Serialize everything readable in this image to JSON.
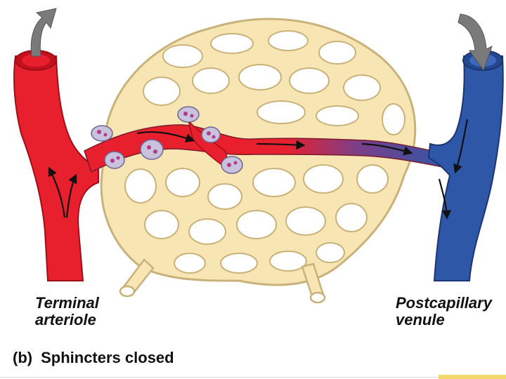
{
  "labels": {
    "left_line1": "Terminal",
    "left_line2": "arteriole",
    "right_line1": "Postcapillary",
    "right_line2": "venule"
  },
  "caption": {
    "tag": "(b)",
    "text": "Sphincters closed"
  },
  "colors": {
    "arteriole": "#e8202e",
    "arteriole_dark": "#9e1018",
    "venule": "#2f57a8",
    "venule_dark": "#1b3572",
    "capillary_bed": "#f7e6b3",
    "capillary_outline": "#c9b27a",
    "sphincter": "#c9c2dc",
    "sphincter_nucleus": "#b23a8c",
    "flow_arrow": "#7a7a7a"
  }
}
